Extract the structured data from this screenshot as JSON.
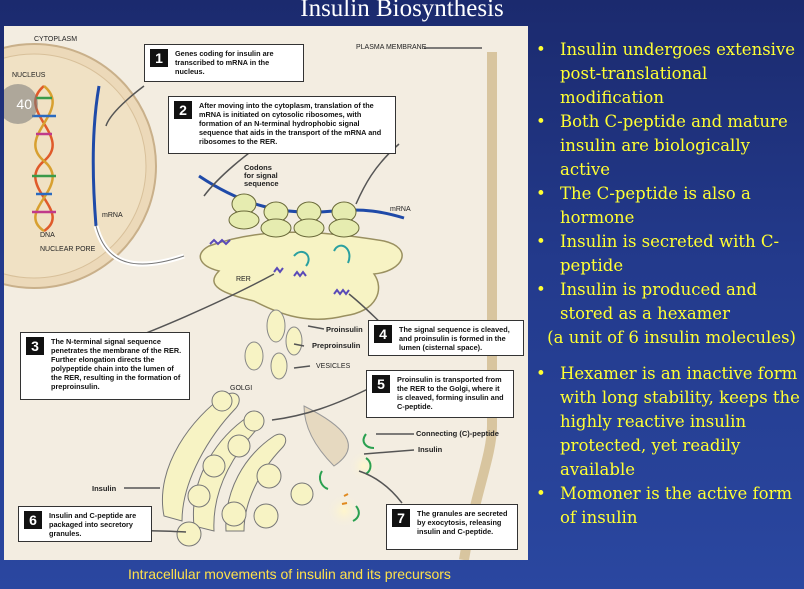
{
  "slide": {
    "title": "Insulin Biosynthesis",
    "caption": "Intracellular movements of insulin and its precursors",
    "badge": "40"
  },
  "diagram": {
    "labels": {
      "cytoplasm": "CYTOPLASM",
      "nucleus": "NUCLEUS",
      "plasma_membrane": "PLASMA MEMBRANE",
      "dna": "DNA",
      "nuclear_pore": "NUCLEAR PORE",
      "mrna_left": "mRNA",
      "mrna_right": "mRNA",
      "codons": "Codons\nfor signal\nsequence",
      "rer": "RER",
      "proinsulin": "Proinsulin",
      "preproinsulin": "Preproinsulin",
      "vesicles": "VESICLES",
      "golgi": "GOLGI",
      "connecting_peptide": "Connecting (C)-peptide",
      "insulin_right": "Insulin",
      "insulin_left": "Insulin"
    },
    "callouts": [
      {
        "num": "1",
        "text": "Genes coding for insulin are transcribed to mRNA in the nucleus."
      },
      {
        "num": "2",
        "text": "After moving into the cytoplasm, translation of the mRNA is initiated on cytosolic ribosomes, with formation of an N-terminal hydrophobic signal sequence that aids in the transport of the mRNA and ribosomes to the RER."
      },
      {
        "num": "3",
        "text": "The N-terminal signal sequence penetrates the membrane of the RER. Further elongation directs the polypeptide chain into the lumen of the RER, resulting in the formation of preproinsulin."
      },
      {
        "num": "4",
        "text": "The signal sequence is cleaved, and proinsulin is formed in the lumen (cisternal space)."
      },
      {
        "num": "5",
        "text": "Proinsulin is transported from the RER to the Golgi, where it is cleaved, forming insulin and C-peptide."
      },
      {
        "num": "6",
        "text": "Insulin and C-peptide are packaged into secretory granules."
      },
      {
        "num": "7",
        "text": "The granules are secreted by exocytosis, releasing insulin and C-peptide."
      }
    ]
  },
  "bullets": [
    {
      "type": "bullet",
      "text": "Insulin undergoes extensive post-translational modification"
    },
    {
      "type": "bullet",
      "text": "Both C-peptide and mature insulin are biologically active"
    },
    {
      "type": "bullet",
      "text": "The C-peptide is also a hormone"
    },
    {
      "type": "bullet",
      "text": "Insulin is secreted with C-peptide"
    },
    {
      "type": "bullet",
      "text": "Insulin is produced and stored as a hexamer"
    },
    {
      "type": "plain",
      "text": "(a unit of 6 insulin molecules)"
    },
    {
      "type": "gap",
      "text": ""
    },
    {
      "type": "bullet",
      "text": "Hexamer is an inactive form with long stability, keeps the highly reactive insulin protected, yet readily available"
    },
    {
      "type": "bullet",
      "text": "Momoner is the active form of insulin"
    }
  ],
  "colors": {
    "bullet_text": "#ffff33",
    "caption": "#ffe14a",
    "background": "#233a8c"
  }
}
